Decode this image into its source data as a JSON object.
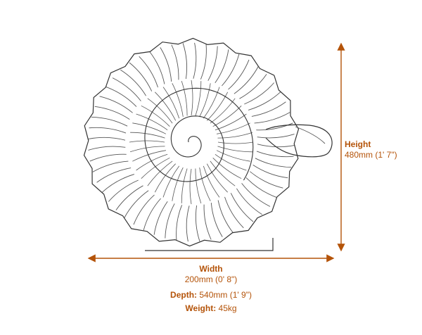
{
  "dimensions": {
    "height": {
      "label": "Height",
      "value": "480mm (1' 7\")"
    },
    "width": {
      "label": "Width",
      "value": "200mm (0' 8\")"
    },
    "depth": {
      "label": "Depth:",
      "value": "540mm (1' 9\")"
    },
    "weight": {
      "label": "Weight:",
      "value": "45kg"
    }
  },
  "colors": {
    "dimension": "#b45309",
    "outline": "#333333",
    "ribs": "#444444"
  },
  "illustration": {
    "subject": "ammonite-shell-sculpture"
  }
}
